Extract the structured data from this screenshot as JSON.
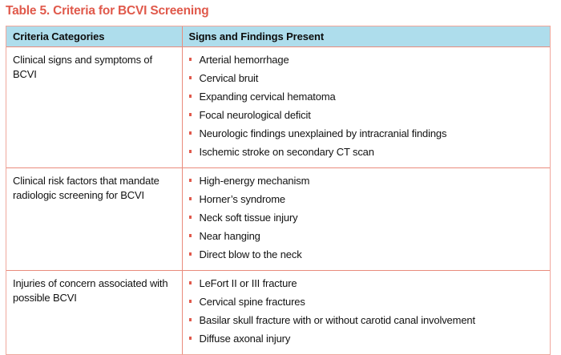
{
  "title": "Table 5. Criteria for BCVI Screening",
  "colors": {
    "accent": "#e0594b",
    "header_fill": "#aeddec",
    "border": "#e98b7c",
    "outer_border": "#f0a79c",
    "text": "#121212"
  },
  "table": {
    "headers": {
      "col1": "Criteria Categories",
      "col2": "Signs and Findings Present"
    },
    "rows": [
      {
        "category": "Clinical signs and symptoms of BCVI",
        "findings": [
          "Arterial hemorrhage",
          "Cervical bruit",
          "Expanding cervical hematoma",
          "Focal neurological deficit",
          "Neurologic findings unexplained by intracranial findings",
          "Ischemic stroke on secondary CT scan"
        ]
      },
      {
        "category": "Clinical risk factors that mandate radiologic screening for BCVI",
        "findings": [
          "High-energy mechanism",
          "Horner’s syndrome",
          "Neck soft tissue injury",
          "Near hanging",
          "Direct blow to the neck"
        ]
      },
      {
        "category": "Injuries of concern associated with possible BCVI",
        "findings": [
          "LeFort II or III fracture",
          "Cervical spine fractures",
          "Basilar skull fracture with or without carotid canal involvement",
          "Diffuse axonal injury"
        ]
      }
    ]
  }
}
